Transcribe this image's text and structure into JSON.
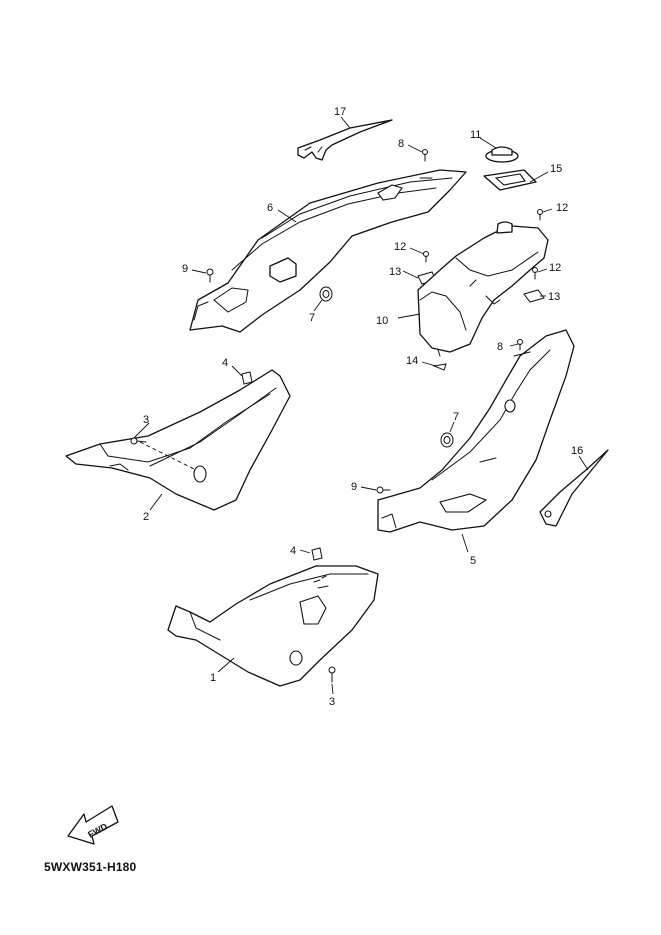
{
  "diagram": {
    "callouts": [
      "1",
      "2",
      "3",
      "3",
      "4",
      "4",
      "5",
      "6",
      "7",
      "7",
      "8",
      "8",
      "9",
      "9",
      "10",
      "11",
      "12",
      "12",
      "12",
      "13",
      "13",
      "14",
      "15",
      "16",
      "17"
    ],
    "fwd_label": "FWD",
    "drawing_code": "5WXW351-H180"
  }
}
